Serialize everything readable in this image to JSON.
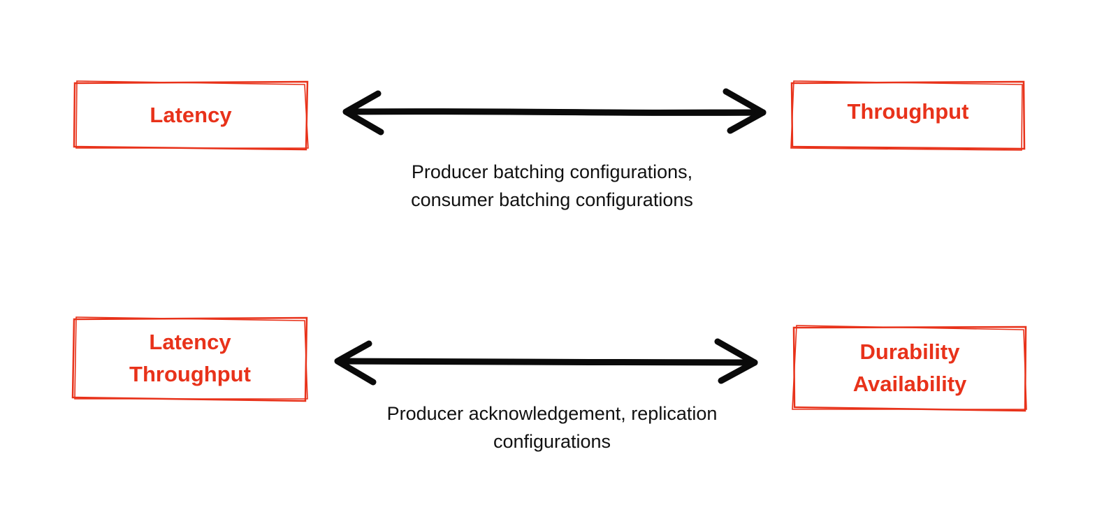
{
  "colors": {
    "accent": "#e8321a",
    "arrow": "#0a0a0a",
    "text": "#111111"
  },
  "row1": {
    "left_box": {
      "lines": [
        "Latency"
      ]
    },
    "right_box": {
      "lines": [
        "Throughput"
      ]
    },
    "caption": [
      "Producer batching configurations,",
      "consumer batching configurations"
    ]
  },
  "row2": {
    "left_box": {
      "lines": [
        "Latency",
        "Throughput"
      ]
    },
    "right_box": {
      "lines": [
        "Durability",
        "Availability"
      ]
    },
    "caption": [
      "Producer acknowledgement, replication",
      "configurations"
    ]
  }
}
